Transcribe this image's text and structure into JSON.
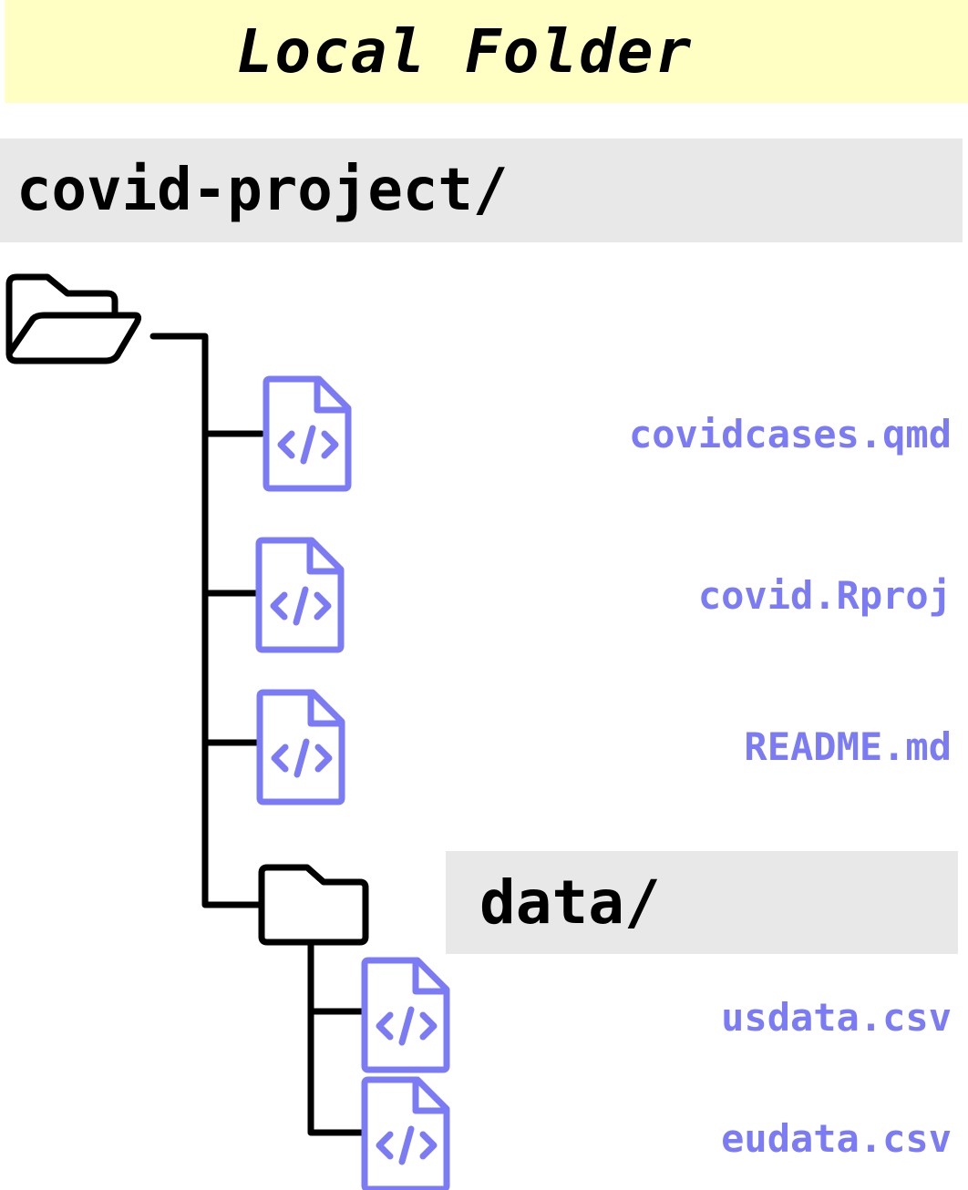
{
  "title": "Local Folder",
  "root_folder": {
    "name": "covid-project/"
  },
  "files": [
    {
      "name": "covidcases.qmd",
      "icon": "code-file-icon"
    },
    {
      "name": "covid.Rproj",
      "icon": "code-file-icon"
    },
    {
      "name": "README.md",
      "icon": "code-file-icon"
    }
  ],
  "subfolder": {
    "name": "data/",
    "icon": "folder-icon",
    "files": [
      {
        "name": "usdata.csv",
        "icon": "code-file-icon"
      },
      {
        "name": "eudata.csv",
        "icon": "code-file-icon"
      }
    ]
  },
  "colors": {
    "title_bg": "#ffffc4",
    "folder_bg": "#e8e8e8",
    "file_accent": "#7b7bf5",
    "line": "#000000"
  }
}
